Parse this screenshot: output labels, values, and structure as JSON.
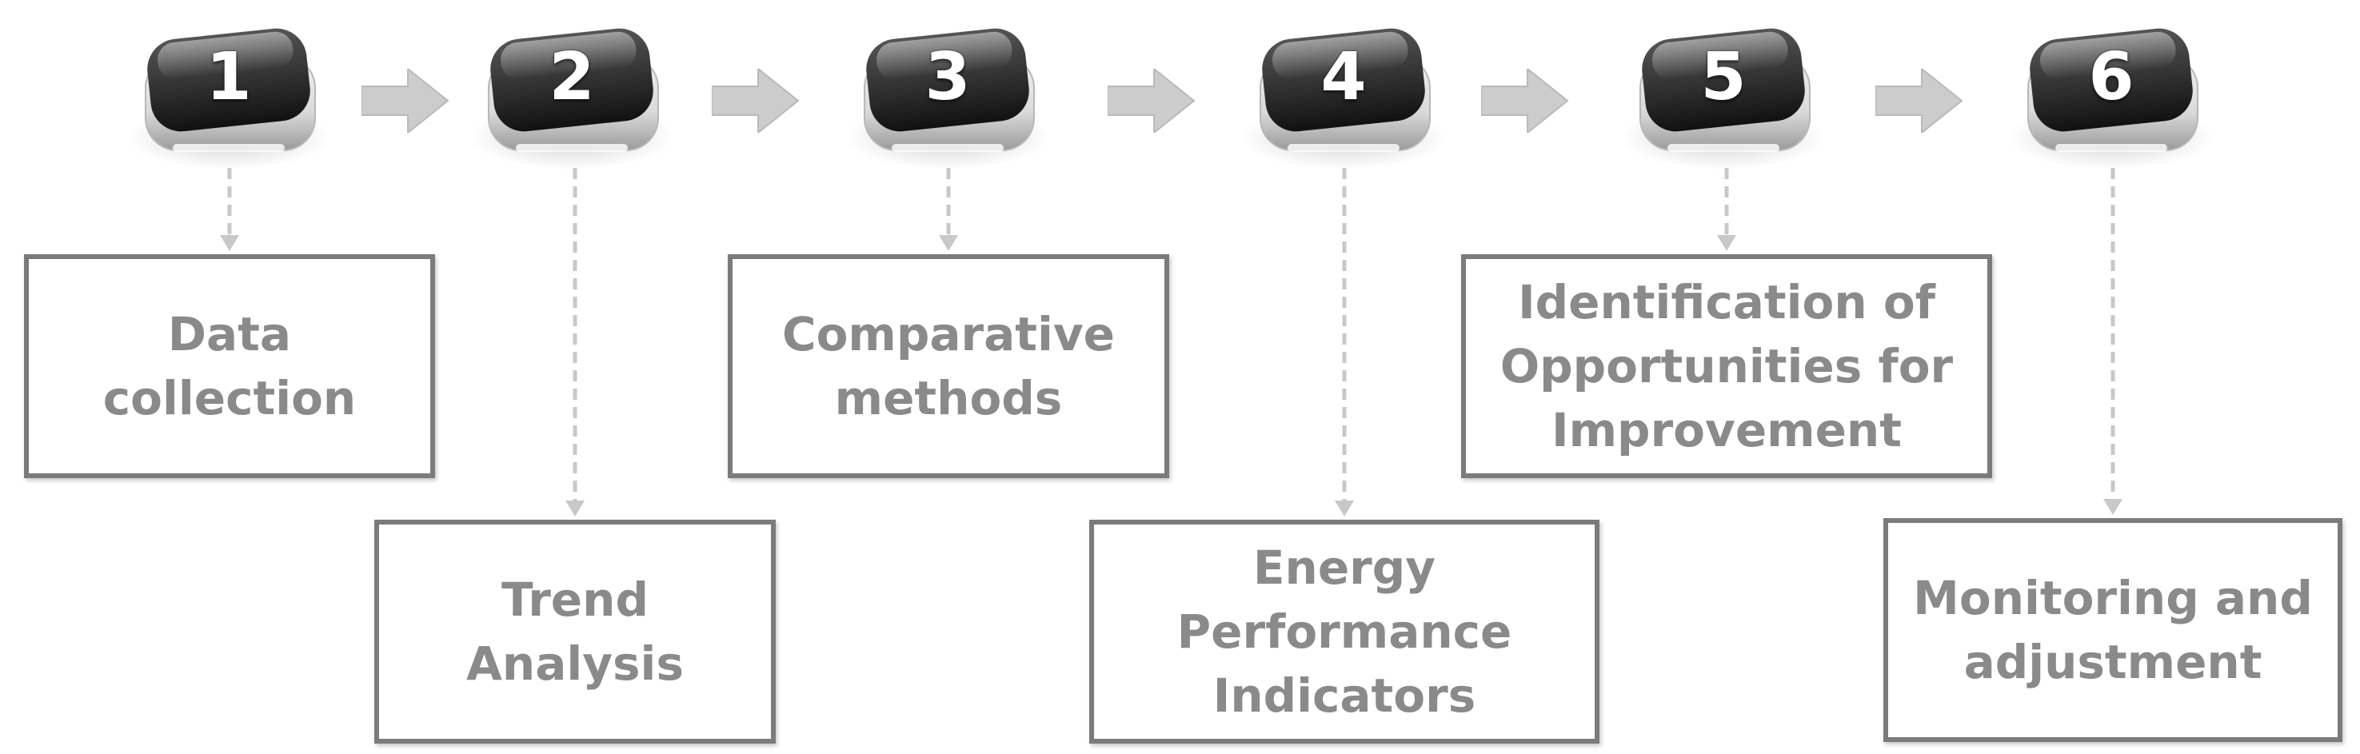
{
  "steps": [
    {
      "number": "1",
      "task": "Data\ncollection"
    },
    {
      "number": "2",
      "task": "Trend\nAnalysis"
    },
    {
      "number": "3",
      "task": "Comparative\nmethods"
    },
    {
      "number": "4",
      "task": "Energy\nPerformance\nIndicators"
    },
    {
      "number": "5",
      "task": "Identification of\nOpportunities for\nImprovement"
    },
    {
      "number": "6",
      "task": "Monitoring and\nadjustment"
    }
  ],
  "colors": {
    "key_face_top": "#555555",
    "key_face_bottom": "#111111",
    "key_base": "#d9d9d9",
    "arrow_fill": "#cccccc",
    "connector": "#c8c8c8",
    "box_border": "#7b7b7b",
    "box_text": "#8a8a8a"
  }
}
